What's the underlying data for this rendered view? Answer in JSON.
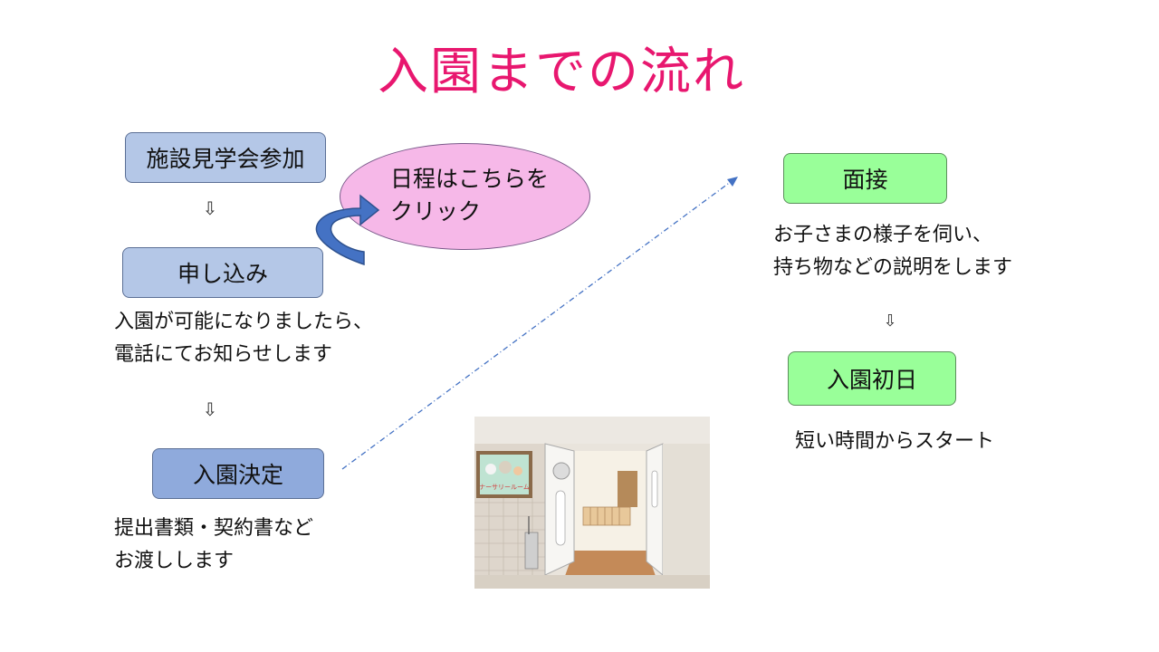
{
  "title": "入園までの流れ",
  "left_flow": {
    "step1": "施設見学会参加",
    "step2": "申し込み",
    "step2_note": [
      "入園が可能になりましたら、",
      "電話にてお知らせします"
    ],
    "step3": "入園決定",
    "step3_note": [
      "提出書類・契約書など",
      "お渡しします"
    ],
    "down_arrow": "⇩"
  },
  "link_bubble": {
    "lines": [
      "日程はこちらを",
      "クリック"
    ]
  },
  "right_flow": {
    "step4": "面接",
    "step4_note": [
      "お子さまの様子を伺い、",
      "持ち物などの説明をします"
    ],
    "step5": "入園初日",
    "step5_note": "短い時間からスタート",
    "down_arrow": "⇩"
  },
  "photo": {
    "sign_text": "ナーサリールーム"
  },
  "colors": {
    "title": "#e8176f",
    "box_light_blue": "#b4c7e7",
    "box_dark_blue": "#8faadc",
    "box_green": "#99ff99",
    "bubble_pink": "#f6b8e8",
    "curved_arrow": "#4472c4"
  }
}
